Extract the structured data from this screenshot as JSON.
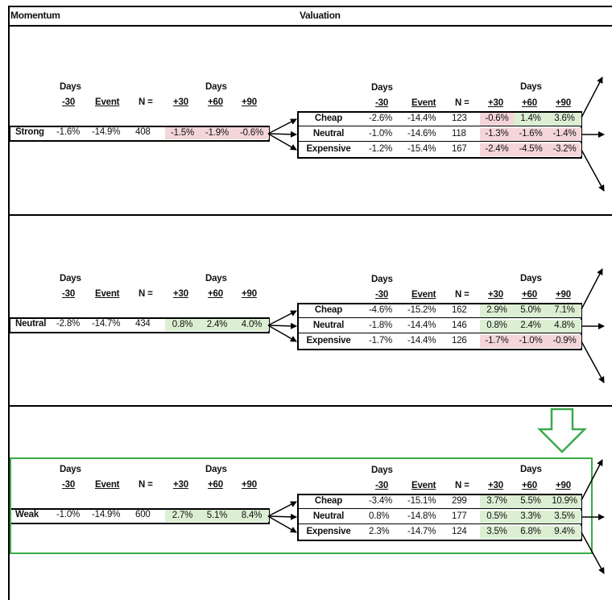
{
  "header": {
    "left": "Momentum",
    "right": "Valuation"
  },
  "columns": {
    "days": "Days",
    "m30": "-30",
    "event": "Event",
    "n": "N =",
    "p30": "+30",
    "p60": "+60",
    "p90": "+90"
  },
  "sections": [
    {
      "name": "Strong",
      "row": {
        "m30": "-1.6%",
        "event": "-14.9%",
        "n": "408",
        "p30": "-1.5%",
        "p60": "-1.9%",
        "p90": "-0.6%"
      },
      "row_signs": [
        "neg",
        "neg",
        "neg"
      ],
      "valuation": [
        {
          "name": "Cheap",
          "m30": "-2.6%",
          "event": "-14.4%",
          "n": "123",
          "p30": "-0.6%",
          "p60": "1.4%",
          "p90": "3.6%",
          "signs": [
            "neg",
            "pos",
            "pos"
          ]
        },
        {
          "name": "Neutral",
          "m30": "-1.0%",
          "event": "-14.6%",
          "n": "118",
          "p30": "-1.3%",
          "p60": "-1.6%",
          "p90": "-1.4%",
          "signs": [
            "neg",
            "neg",
            "neg"
          ]
        },
        {
          "name": "Expensive",
          "m30": "-1.2%",
          "event": "-15.4%",
          "n": "167",
          "p30": "-2.4%",
          "p60": "-4.5%",
          "p90": "-3.2%",
          "signs": [
            "neg",
            "neg",
            "neg"
          ]
        }
      ]
    },
    {
      "name": "Neutral",
      "row": {
        "m30": "-2.8%",
        "event": "-14.7%",
        "n": "434",
        "p30": "0.8%",
        "p60": "2.4%",
        "p90": "4.0%"
      },
      "row_signs": [
        "pos",
        "pos",
        "pos"
      ],
      "valuation": [
        {
          "name": "Cheap",
          "m30": "-4.6%",
          "event": "-15.2%",
          "n": "162",
          "p30": "2.9%",
          "p60": "5.0%",
          "p90": "7.1%",
          "signs": [
            "pos",
            "pos",
            "pos"
          ]
        },
        {
          "name": "Neutral",
          "m30": "-1.8%",
          "event": "-14.4%",
          "n": "146",
          "p30": "0.8%",
          "p60": "2.4%",
          "p90": "4.8%",
          "signs": [
            "pos",
            "pos",
            "pos"
          ]
        },
        {
          "name": "Expensive",
          "m30": "-1.7%",
          "event": "-14.4%",
          "n": "126",
          "p30": "-1.7%",
          "p60": "-1.0%",
          "p90": "-0.9%",
          "signs": [
            "neg",
            "neg",
            "neg"
          ]
        }
      ]
    },
    {
      "name": "Weak",
      "row": {
        "m30": "-1.0%",
        "event": "-14.9%",
        "n": "600",
        "p30": "2.7%",
        "p60": "5.1%",
        "p90": "8.4%"
      },
      "row_signs": [
        "pos",
        "pos",
        "pos"
      ],
      "valuation": [
        {
          "name": "Cheap",
          "m30": "-3.4%",
          "event": "-15.1%",
          "n": "299",
          "p30": "3.7%",
          "p60": "5.5%",
          "p90": "10.9%",
          "signs": [
            "pos",
            "pos",
            "pos"
          ]
        },
        {
          "name": "Neutral",
          "m30": "0.8%",
          "event": "-14.8%",
          "n": "177",
          "p30": "0.5%",
          "p60": "3.3%",
          "p90": "3.5%",
          "signs": [
            "pos",
            "pos",
            "pos"
          ]
        },
        {
          "name": "Expensive",
          "m30": "2.3%",
          "event": "-14.7%",
          "n": "124",
          "p30": "3.5%",
          "p60": "6.8%",
          "p90": "9.4%",
          "signs": [
            "pos",
            "pos",
            "pos"
          ]
        }
      ]
    }
  ],
  "highlight": {
    "section": "Weak",
    "color": "#3aaa4a"
  },
  "colors": {
    "positive_fill": "#dcefd3",
    "negative_fill": "#f4d6da"
  }
}
